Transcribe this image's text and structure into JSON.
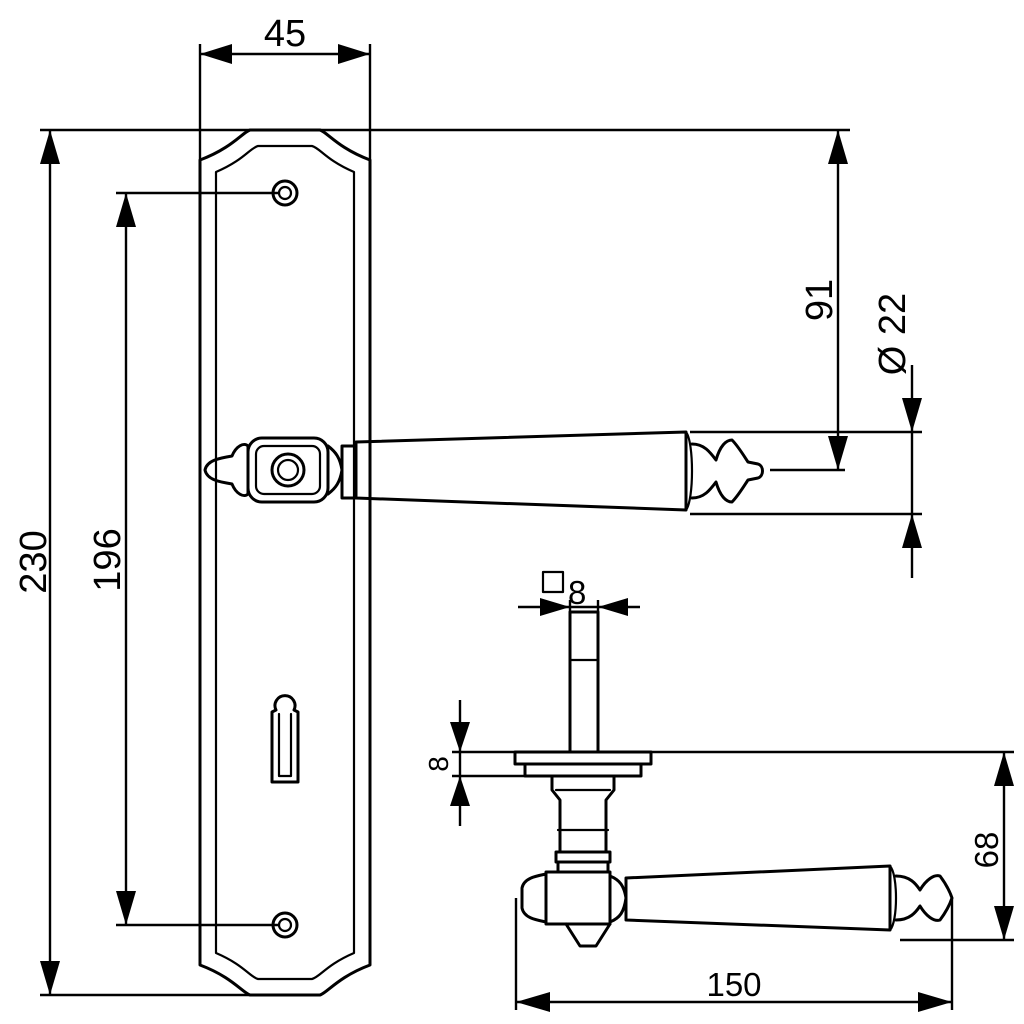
{
  "dimensions": {
    "width_top": "45",
    "total_height": "230",
    "hole_spacing": "196",
    "lever_offset": "91",
    "grip_diameter": "Ø 22",
    "spindle_square": "8",
    "rose_thickness": "8",
    "lever_projection": "68",
    "lever_length": "150"
  }
}
